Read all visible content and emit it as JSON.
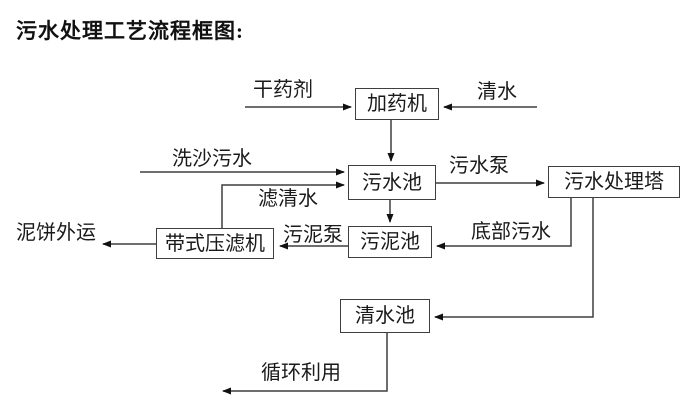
{
  "title": "污水处理工艺流程框图:",
  "diagram": {
    "nodes": [
      {
        "id": "dosing-machine",
        "label": "加药机"
      },
      {
        "id": "sewage-pool",
        "label": "污水池"
      },
      {
        "id": "sewage-treatment-tower",
        "label": "污水处理塔"
      },
      {
        "id": "belt-filter-press",
        "label": "带式压滤机"
      },
      {
        "id": "sludge-pool",
        "label": "污泥池"
      },
      {
        "id": "clean-water-pool",
        "label": "清水池"
      }
    ],
    "edges": [
      {
        "from": "external",
        "to": "加药机",
        "label": "干药剂"
      },
      {
        "from": "external",
        "to": "加药机",
        "label": "清水"
      },
      {
        "from": "加药机",
        "to": "污水池",
        "label": ""
      },
      {
        "from": "external",
        "to": "污水池",
        "label": "洗沙污水"
      },
      {
        "from": "带式压滤机",
        "to": "污水池",
        "label": "滤清水"
      },
      {
        "from": "污水池",
        "to": "污水处理塔",
        "label": "污水泵"
      },
      {
        "from": "污水池",
        "to": "污泥池",
        "label": ""
      },
      {
        "from": "污水处理塔",
        "to": "污泥池",
        "label": "底部污水"
      },
      {
        "from": "污泥池",
        "to": "带式压滤机",
        "label": "污泥泵"
      },
      {
        "from": "带式压滤机",
        "to": "external",
        "label": "泥饼外运"
      },
      {
        "from": "污水处理塔",
        "to": "清水池",
        "label": ""
      },
      {
        "from": "清水池",
        "to": "external",
        "label": "循环利用"
      }
    ],
    "colors": {
      "line": "#3f3f3f",
      "arrowhead": "#111111",
      "box_border": "#3f3f3f",
      "text": "#1a1a1a",
      "background": "#ffffff"
    }
  }
}
